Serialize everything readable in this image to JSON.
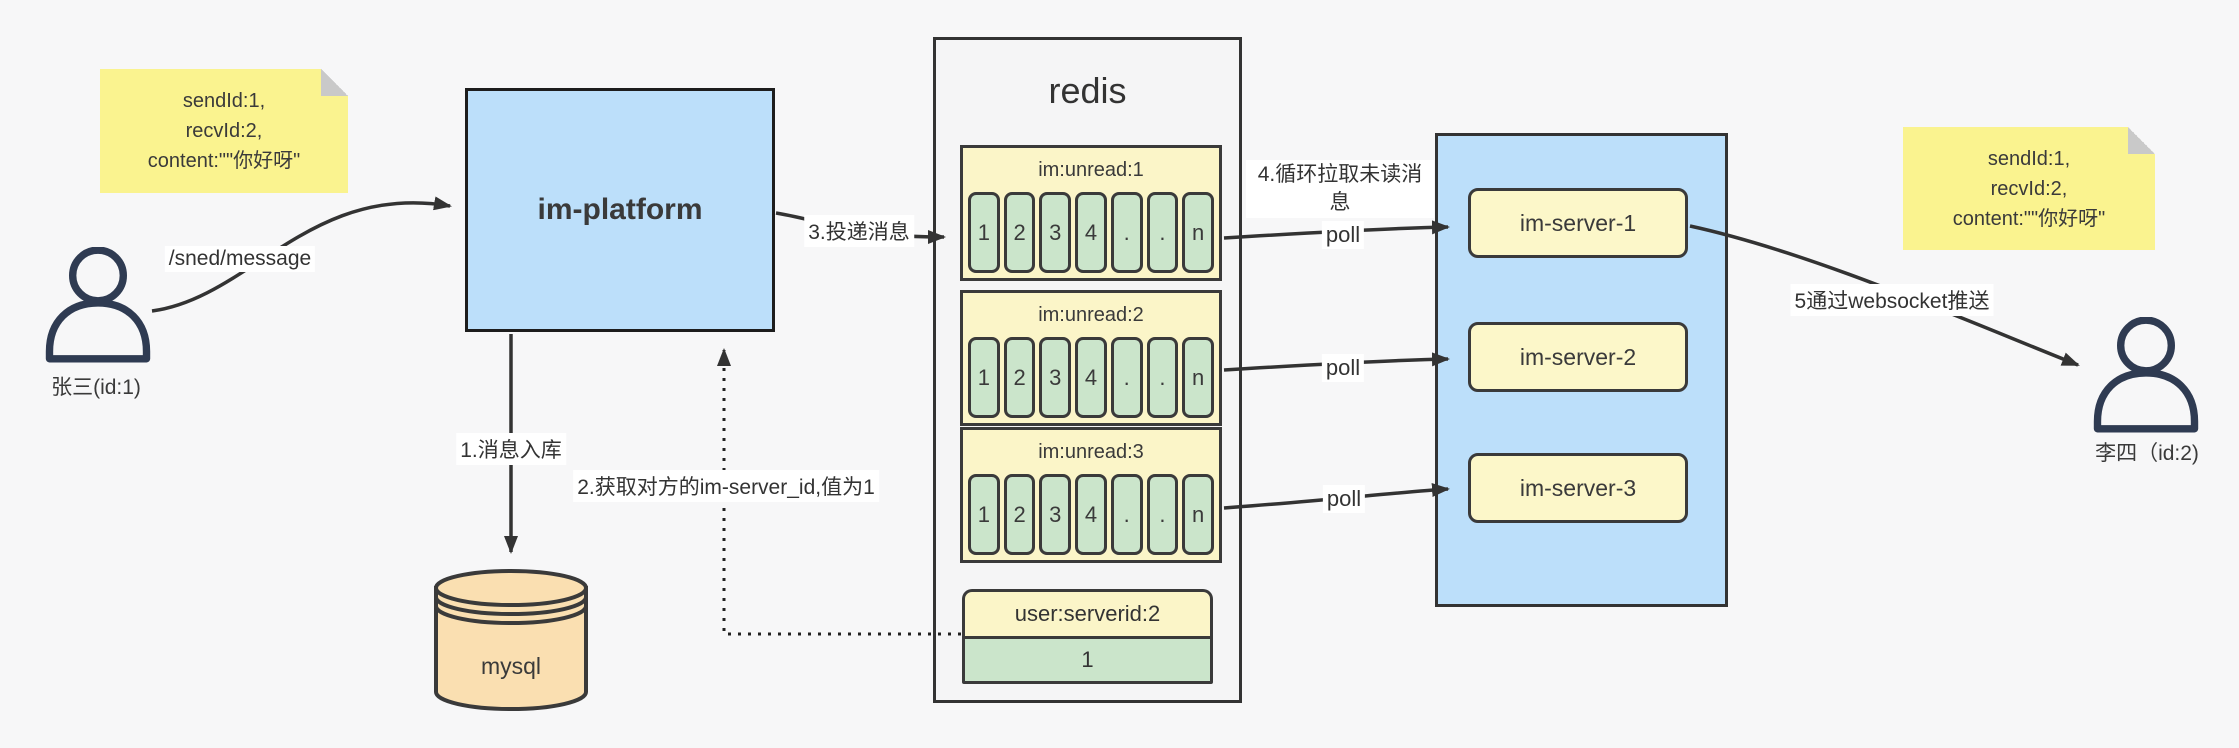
{
  "page": {
    "background": "#F7F7F8"
  },
  "colors": {
    "node_blue": "#BCDFFA",
    "note_yellow": "#FAF38F",
    "block_yellow": "#FBF5C8",
    "cell_green": "#CBE5CB",
    "db_orange": "#FADFB1",
    "line_dark": "#333333"
  },
  "notes": {
    "left": {
      "line1": "sendId:1,",
      "line2": "recvId:2,",
      "line3": "content:\"\"你好呀\""
    },
    "right": {
      "line1": "sendId:1,",
      "line2": "recvId:2,",
      "line3": "content:\"\"你好呀\""
    }
  },
  "actors": {
    "sender": {
      "label": "张三(id:1)"
    },
    "receiver": {
      "label": "李四（id:2)"
    }
  },
  "platform": {
    "label": "im-platform"
  },
  "database": {
    "label": "mysql"
  },
  "redis": {
    "title": "redis",
    "queues": [
      {
        "title": "im:unread:1",
        "cells": [
          "1",
          "2",
          "3",
          "4",
          ".",
          ".",
          "n"
        ]
      },
      {
        "title": "im:unread:2",
        "cells": [
          "1",
          "2",
          "3",
          "4",
          ".",
          ".",
          "n"
        ]
      },
      {
        "title": "im:unread:3",
        "cells": [
          "1",
          "2",
          "3",
          "4",
          ".",
          ".",
          "n"
        ]
      }
    ],
    "kv": {
      "title": "user:serverid:2",
      "value": "1"
    }
  },
  "servers": [
    {
      "label": "im-server-1"
    },
    {
      "label": "im-server-2"
    },
    {
      "label": "im-server-3"
    }
  ],
  "edges": {
    "send": "/sned/message",
    "step1": "1.消息入库",
    "step2": "2.获取对方的im-server_id,值为1",
    "step3": "3.投递消息",
    "step4": "4.循环拉取未读消息",
    "step5": "5通过websocket推送",
    "poll": "poll"
  }
}
